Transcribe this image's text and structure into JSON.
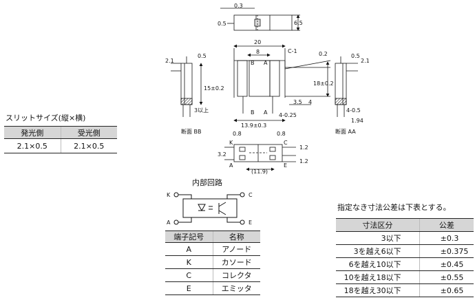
{
  "slit": {
    "title": "スリットサイズ(縦×横)",
    "headers": [
      "発光側",
      "受光側"
    ],
    "values": [
      "2.1×0.5",
      "2.1×0.5"
    ]
  },
  "drawing": {
    "top_view": {
      "dim_03": "0.3",
      "dim_05": "0.5",
      "dim_65": "6.5"
    },
    "front_view": {
      "dim_20": "20",
      "dim_8": "8",
      "c1": "C-1",
      "dim_02": "0.2",
      "dim_18": "18±0.2",
      "dim_35": "3.5",
      "dim_4": "4",
      "dim_4_025": "4-0.25",
      "dim_139": "13.9±0.3",
      "B": "B",
      "A": "A"
    },
    "section_bb": {
      "dim_21": "2.1",
      "dim_05": "0.5",
      "dim_15": "15±0.2",
      "dim_3": "3以上",
      "label": "断面 BB"
    },
    "section_aa": {
      "dim_21": "2.1",
      "dim_05": "0.5",
      "dim_4_05": "4-0.5",
      "dim_194": "1.94",
      "label": "断面 AA"
    },
    "bottom_view": {
      "dim_08a": "0.8",
      "dim_08b": "0.8",
      "dim_32": "3.2",
      "dim_12a": "1.2",
      "dim_12b": "1.2",
      "dim_119": "(11.9)",
      "K": "K",
      "C": "C",
      "A": "A",
      "E": "E"
    }
  },
  "circuit": {
    "title": "内部回路",
    "K": "K",
    "C": "C",
    "A": "A",
    "E": "E"
  },
  "terminals": {
    "headers": [
      "端子記号",
      "名称"
    ],
    "rows": [
      [
        "A",
        "アノード"
      ],
      [
        "K",
        "カソード"
      ],
      [
        "C",
        "コレクタ"
      ],
      [
        "E",
        "エミッタ"
      ]
    ]
  },
  "tolerance": {
    "note": "指定なき寸法公差は下表とする。",
    "headers": [
      "寸法区分",
      "公差"
    ],
    "rows": [
      [
        "3以下",
        "±0.3"
      ],
      [
        "3を越え6以下",
        "±0.375"
      ],
      [
        "6を越え10以下",
        "±0.45"
      ],
      [
        "10を越え18以下",
        "±0.55"
      ],
      [
        "18を越え30以下",
        "±0.65"
      ]
    ]
  }
}
